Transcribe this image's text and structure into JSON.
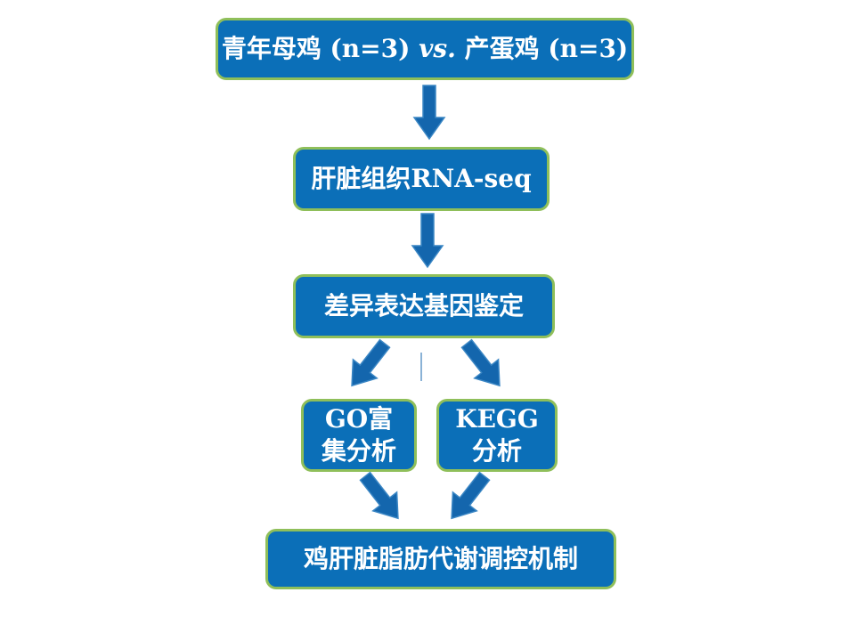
{
  "diagram": {
    "top_box": {
      "part1": "青年母鸡 (n=3) ",
      "part2": "vs.",
      "part3": " 产蛋鸡 (n=3)"
    },
    "rna_box": "肝脏组织RNA-seq",
    "deg_box": "差异表达基因鉴定",
    "go_box": {
      "line1": "GO富",
      "line2": "集分析"
    },
    "kegg_box": {
      "line1": "KEGG",
      "line2": "分析"
    },
    "final_box": "鸡肝脏脂肪代谢调控机制"
  },
  "colors": {
    "box_fill": "#0b6fb8",
    "box_border": "#8fbf5a",
    "arrow_fill": "#1466ad",
    "text": "#ffffff"
  }
}
